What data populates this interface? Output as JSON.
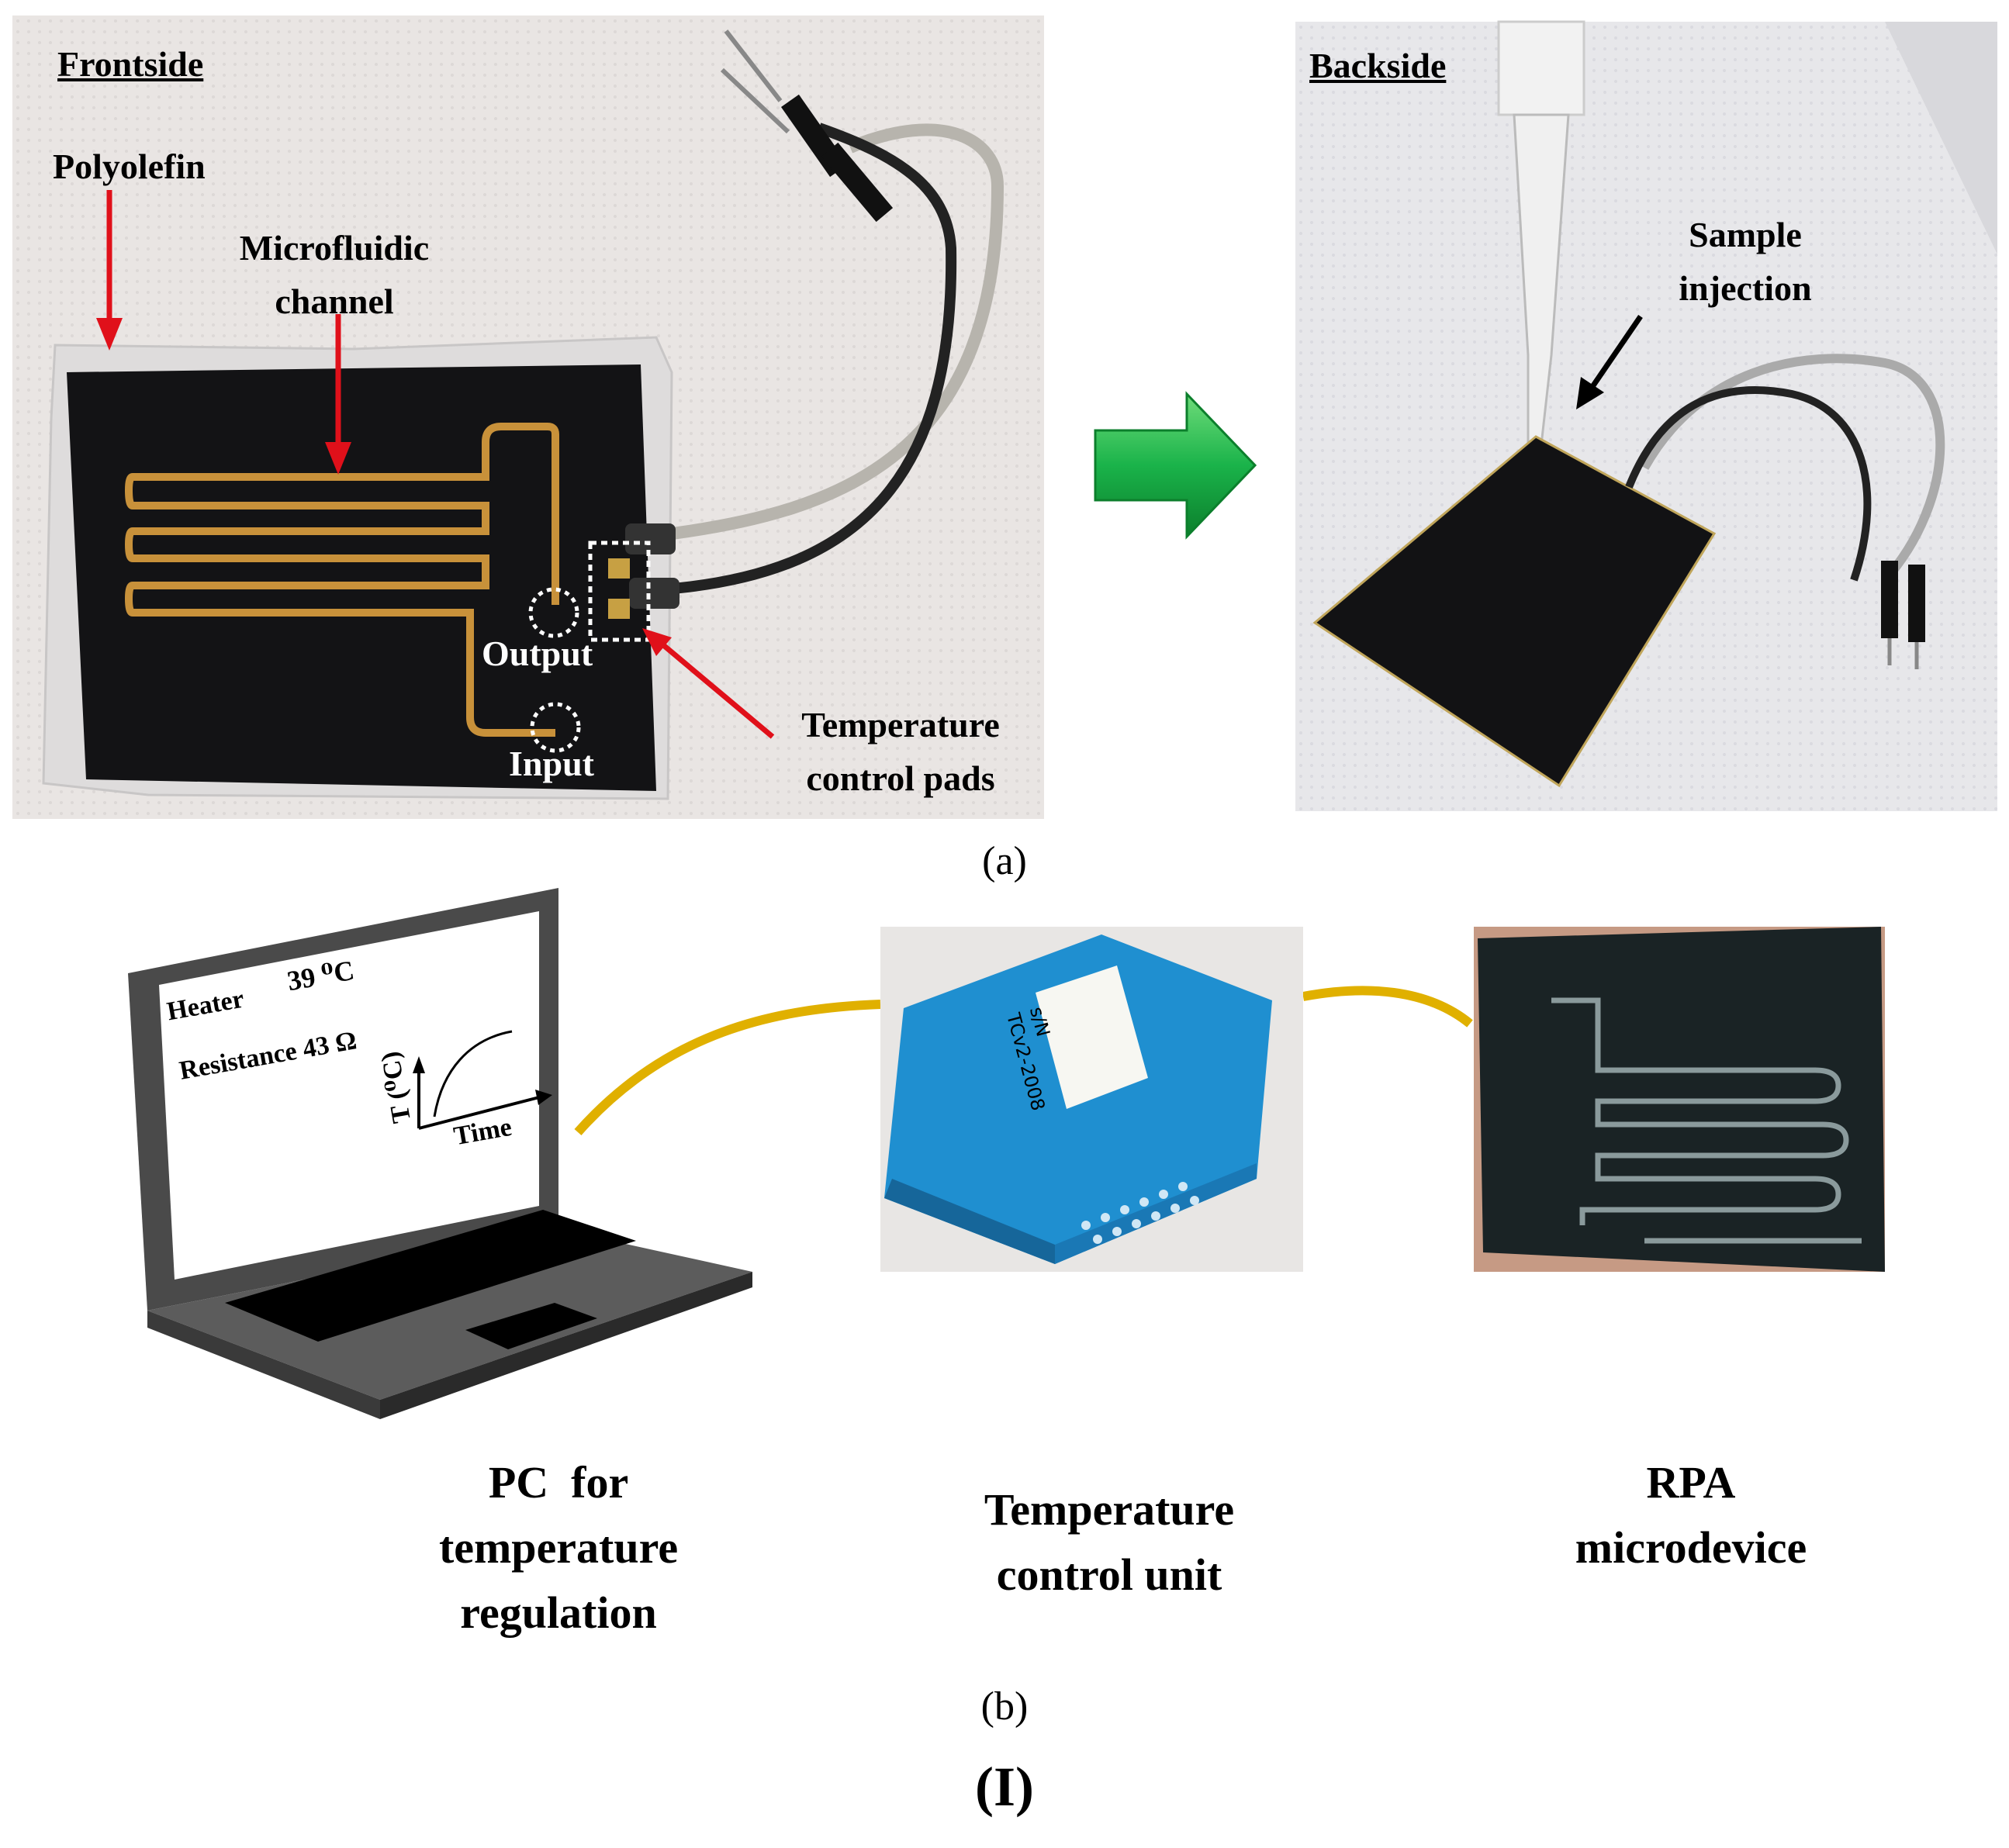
{
  "frontside": {
    "title": "Frontside",
    "polyolefin": "Polyolefin",
    "channel_line1": "Microfluidic",
    "channel_line2": "channel",
    "output": "Output",
    "input": "Input",
    "pads_line1": "Temperature",
    "pads_line2": "control pads"
  },
  "backside": {
    "title": "Backside",
    "injection_line1": "Sample",
    "injection_line2": "injection"
  },
  "panel_a": "(a)",
  "laptop_screen": {
    "heater": "Heater",
    "temp": "39 ⁰C",
    "resistance": "Resistance 43 Ω",
    "y_axis": "T (⁰C)",
    "x_axis": "Time"
  },
  "captions": {
    "pc_line1": "PC  for",
    "pc_line2": "temperature",
    "pc_line3": "regulation",
    "tcu_line1": "Temperature",
    "tcu_line2": "control unit",
    "rpa_line1": "RPA",
    "rpa_line2": "microdevice"
  },
  "tcu_label_line1": "s/N",
  "tcu_label_line2": "TCv2-2008",
  "panel_b": "(b)",
  "figure_label": "(I)",
  "colors": {
    "arrow_red": "#e0101a",
    "arrow_green": "#1ab34a",
    "cable_yellow": "#e0b000",
    "device_blue": "#1f8fd0"
  }
}
